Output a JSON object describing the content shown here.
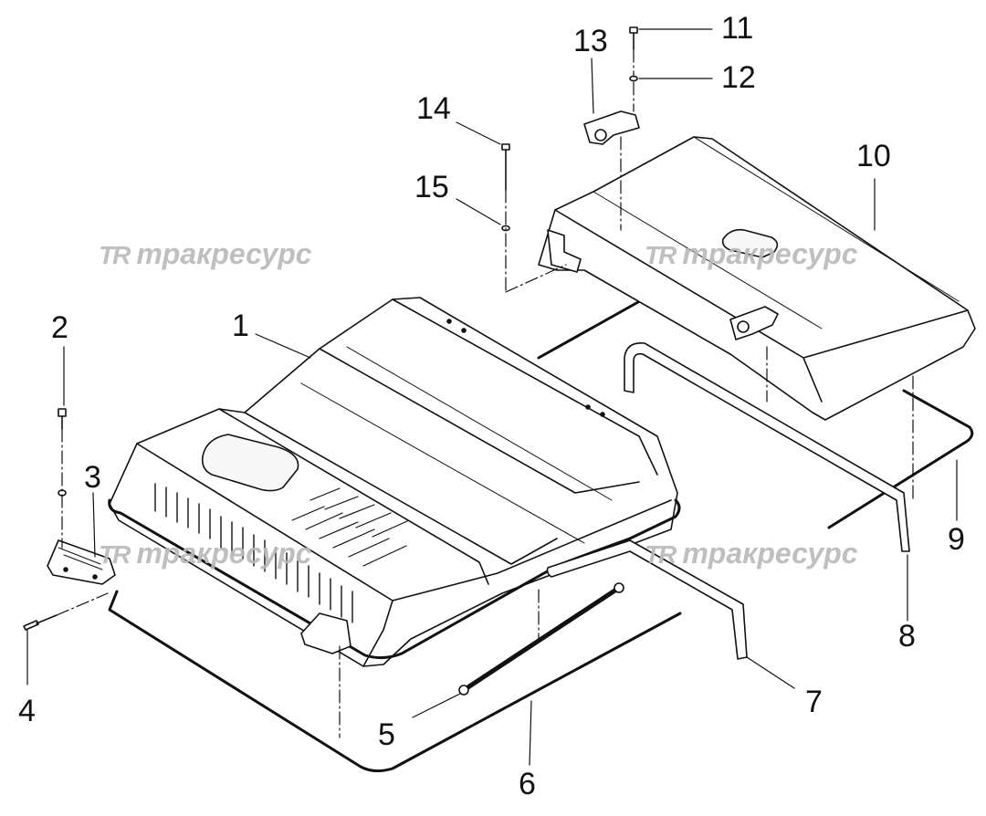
{
  "watermark": {
    "logo": "TR",
    "text": "тракресурс"
  },
  "callouts": {
    "c1": "1",
    "c2": "2",
    "c3": "3",
    "c4": "4",
    "c5": "5",
    "c6": "6",
    "c7": "7",
    "c8": "8",
    "c9": "9",
    "c10": "10",
    "c11": "11",
    "c12": "12",
    "c13": "13",
    "c14": "14",
    "c15": "15"
  },
  "colors": {
    "line": "#111111",
    "fill": "#ffffff",
    "shade": "#f2f2f2",
    "watermark": "#b9b9b9"
  }
}
